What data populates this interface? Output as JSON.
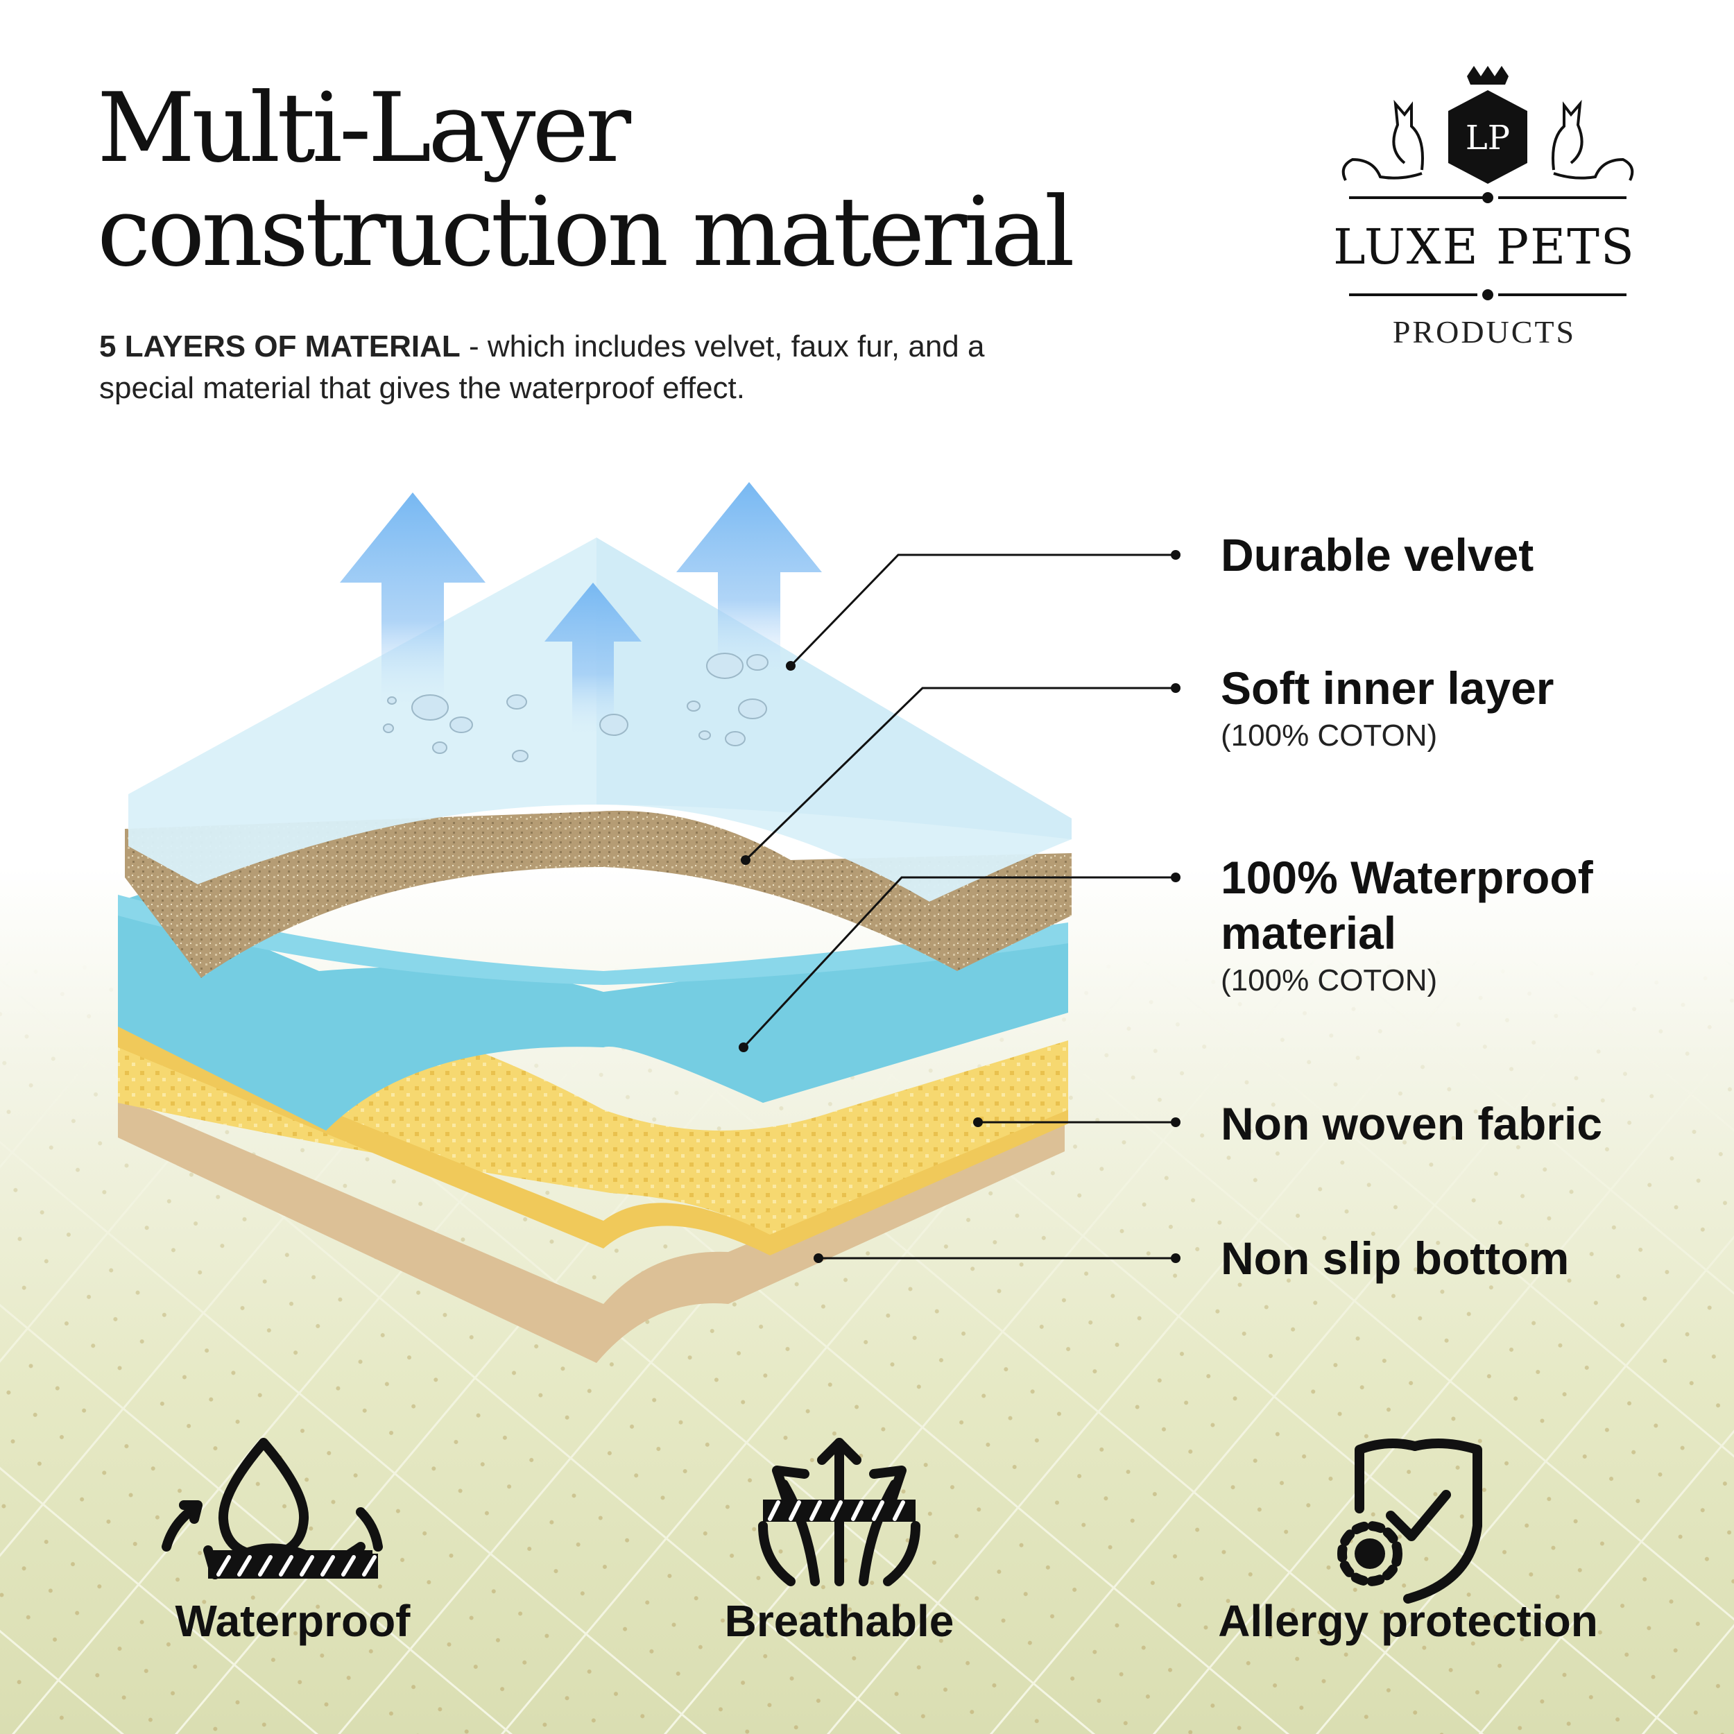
{
  "header": {
    "title_line1": "Multi-Layer",
    "title_line2": "construction material",
    "subtitle_strong": "5 LAYERS OF MATERIAL",
    "subtitle_rest": " - which includes velvet, faux fur, and a special material that gives the waterproof effect."
  },
  "logo": {
    "monogram": "LP",
    "brand": "LUXE PETS",
    "tagline": "PRODUCTS"
  },
  "layers": [
    {
      "label": "Durable velvet",
      "note": ""
    },
    {
      "label": "Soft inner layer",
      "note": "(100% COTON)"
    },
    {
      "label": "100% Waterproof material",
      "note": "(100% COTON)"
    },
    {
      "label": "Non woven fabric",
      "note": ""
    },
    {
      "label": "Non slip bottom",
      "note": ""
    }
  ],
  "features": [
    {
      "label": "Waterproof",
      "icon": "water-drop-icon"
    },
    {
      "label": "Breathable",
      "icon": "breathable-arrows-icon"
    },
    {
      "label": "Allergy protection",
      "icon": "shield-check-icon"
    }
  ],
  "colors": {
    "velvet": "#d9f0f9",
    "inner": "#b79f78",
    "waterproof": "#75cde2",
    "nonwoven": "#f6d870",
    "bottom": "#e6cba3",
    "arrow": "#77b8f2",
    "quilt": "#e3e6bd"
  }
}
